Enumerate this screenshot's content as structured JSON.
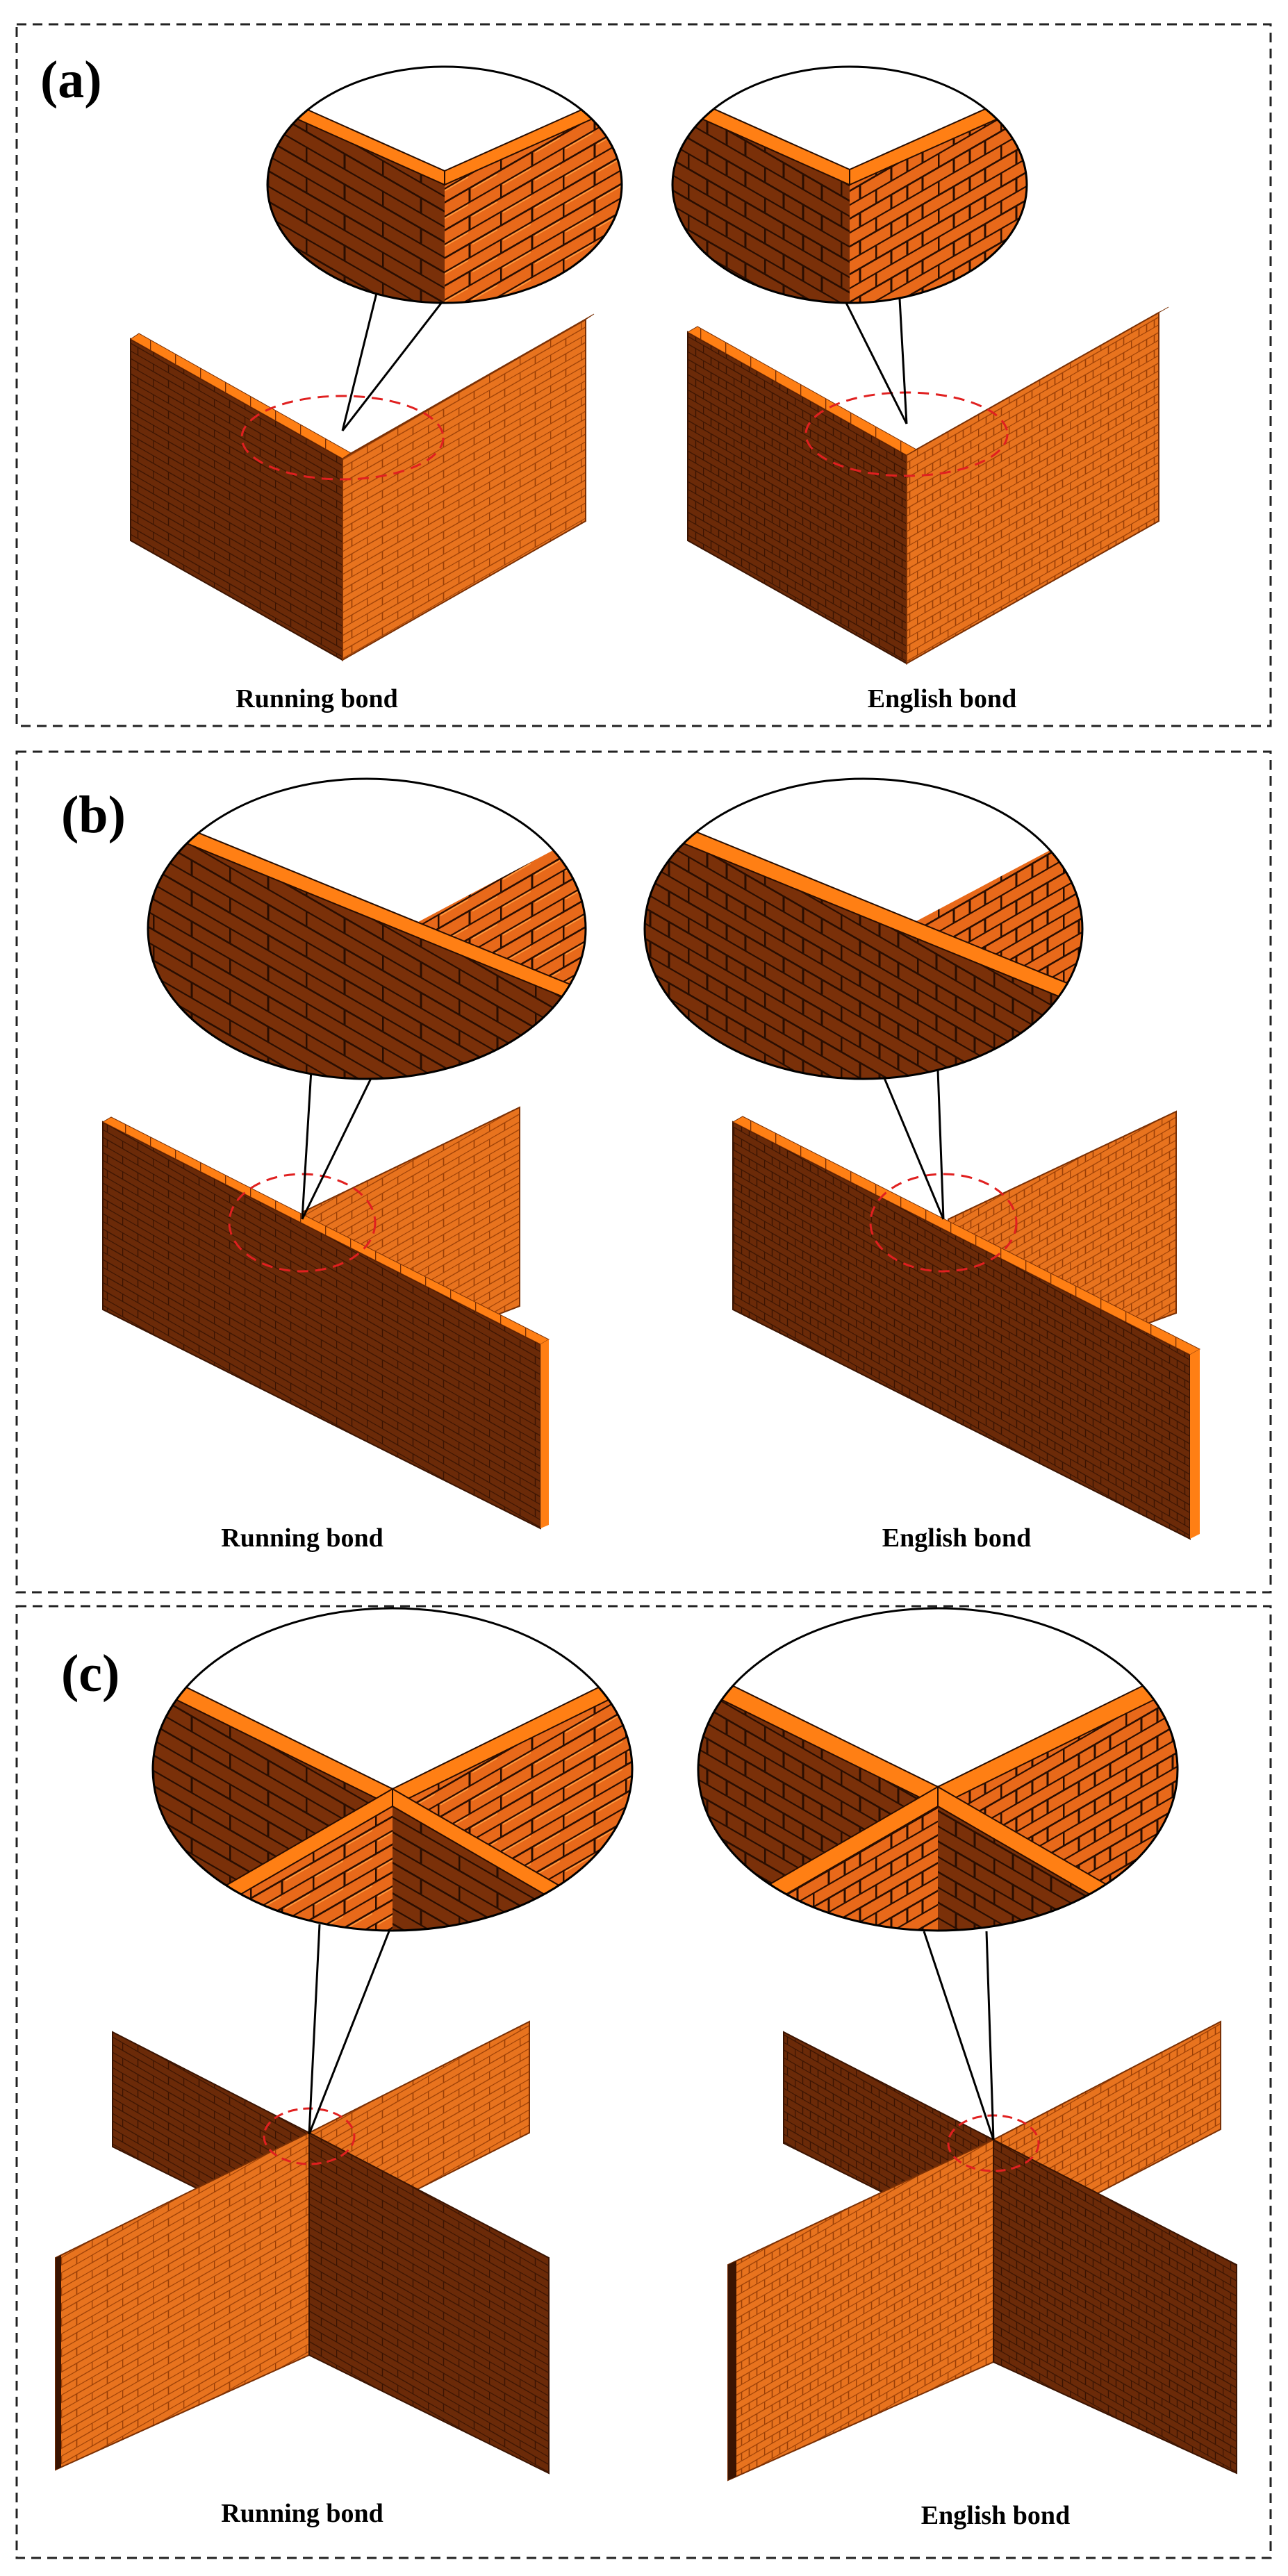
{
  "figure": {
    "colors": {
      "brick_dark_face": "#6b2a08",
      "brick_light_face": "#e8731e",
      "brick_top": "#ff7f14",
      "mortar_dark": "#3a1402",
      "mortar_light": "#b34e08",
      "panel_border": "#222222",
      "highlight_ellipse": "#e02020"
    },
    "panels": [
      {
        "label": "(a)",
        "junction": "L-junction",
        "walls": [
          {
            "caption": "Running bond",
            "bond": "running"
          },
          {
            "caption": "English bond",
            "bond": "english"
          }
        ]
      },
      {
        "label": "(b)",
        "junction": "T-junction",
        "walls": [
          {
            "caption": "Running bond",
            "bond": "running"
          },
          {
            "caption": "English bond",
            "bond": "english"
          }
        ]
      },
      {
        "label": "(c)",
        "junction": "cross-junction",
        "walls": [
          {
            "caption": "Running bond",
            "bond": "running"
          },
          {
            "caption": "English bond",
            "bond": "english"
          }
        ]
      }
    ]
  }
}
